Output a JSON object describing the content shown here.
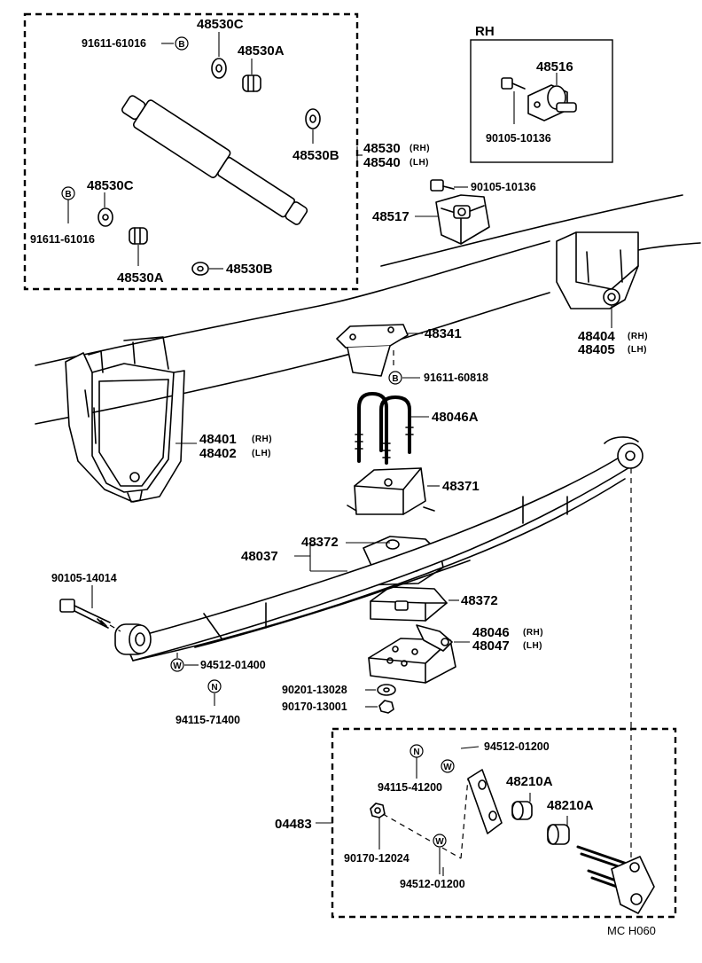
{
  "boxes": {
    "rh_title": "RH"
  },
  "labels": {
    "p48530C_top": "48530C",
    "p91611_61016_top": "91611-61016",
    "p48530A_top": "48530A",
    "p48530B_right": "48530B",
    "p48530_rh": "48530",
    "p48540_lh": "48540",
    "p48530C_left": "48530C",
    "p91611_61016_left": "91611-61016",
    "p48530A_bottom": "48530A",
    "p48530B_bottom": "48530B",
    "p48516": "48516",
    "p90105_10136_rh": "90105-10136",
    "p90105_10136": "90105-10136",
    "p48517": "48517",
    "p48404_rh": "48404",
    "p48405_lh": "48405",
    "p48341": "48341",
    "p91611_60818": "91611-60818",
    "p48046A": "48046A",
    "p48401_rh": "48401",
    "p48402_lh": "48402",
    "p48371": "48371",
    "p48037": "48037",
    "p48372_top": "48372",
    "p48372_bottom": "48372",
    "p90105_14014": "90105-14014",
    "p48046_rh": "48046",
    "p48047_lh": "48047",
    "p94512_01400": "94512-01400",
    "p90201_13028": "90201-13028",
    "p90170_13001": "90170-13001",
    "p94115_71400": "94115-71400",
    "p94512_01200_top": "94512-01200",
    "p94115_41200": "94115-41200",
    "p48210A_left": "48210A",
    "p48210A_right": "48210A",
    "p04483": "04483",
    "p90170_12024": "90170-12024",
    "p94512_01200_bottom": "94512-01200",
    "diagram_code": "MC  H060"
  },
  "side_tags": {
    "rh": "(RH)",
    "lh": "(LH)"
  },
  "symbols": {
    "bolt": "B",
    "washer": "W",
    "nut": "N"
  }
}
